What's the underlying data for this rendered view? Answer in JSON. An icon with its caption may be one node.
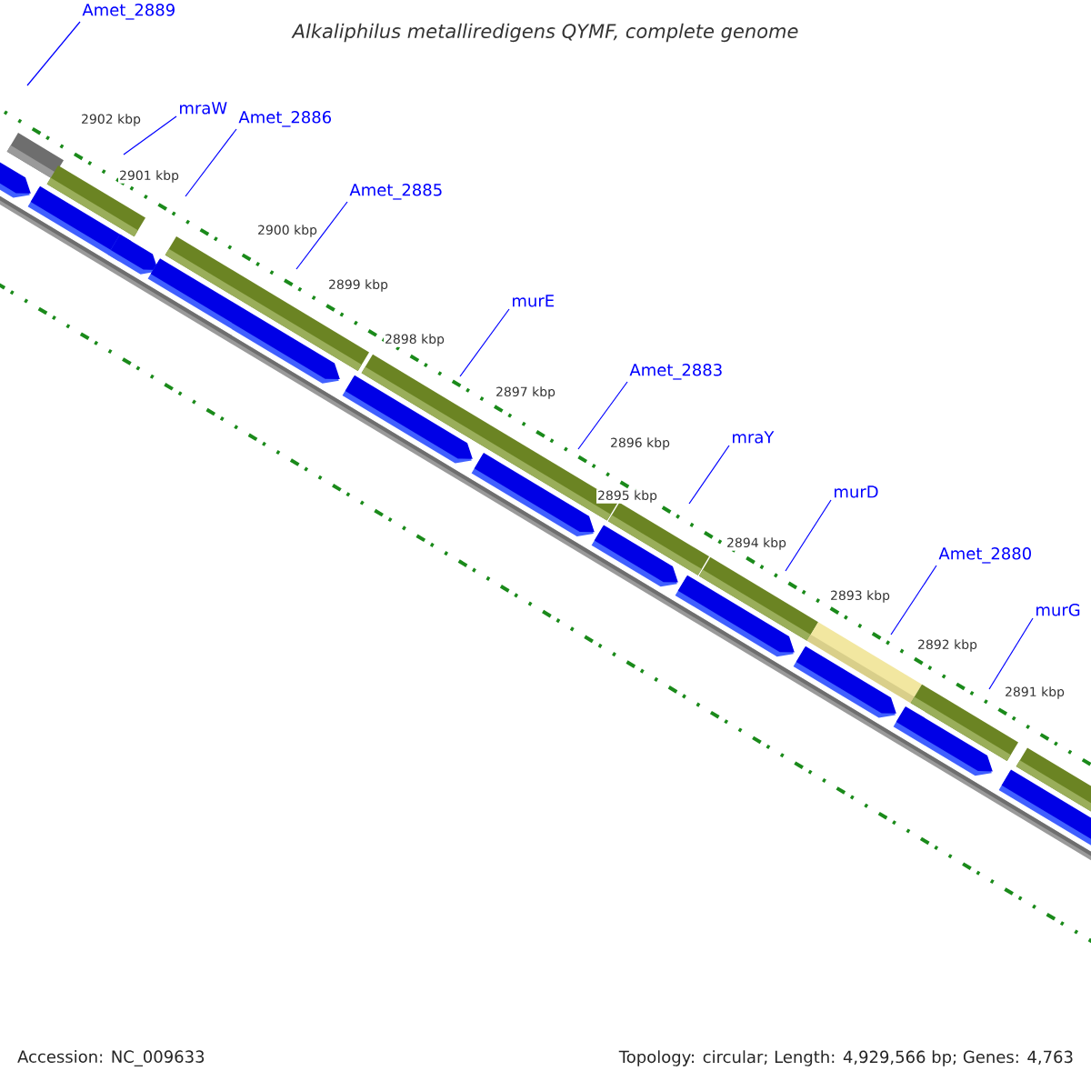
{
  "diagram": {
    "title": "Alkaliphilus metalliredigens QYMF, complete genome",
    "nodes": [
      {
        "text": [
          "Amet_2889"
        ]
      },
      {
        "text": [
          "mraW"
        ]
      },
      {
        "text": [
          "Amet_2886"
        ]
      },
      {
        "text": [
          "Amet_2885"
        ]
      },
      {
        "text": [
          "murE"
        ]
      },
      {
        "text": [
          "Amet_2883"
        ]
      },
      {
        "text": [
          "mraY"
        ]
      },
      {
        "text": [
          "murD"
        ]
      },
      {
        "text": [
          "Amet_2880"
        ]
      },
      {
        "text": [
          "murG"
        ]
      }
    ],
    "edges": [
      {
        "from": 0,
        "to": null,
        "arrow": "none"
      },
      {
        "from": 1,
        "to": null,
        "arrow": "none"
      },
      {
        "from": 2,
        "to": null,
        "arrow": "none"
      },
      {
        "from": 3,
        "to": null,
        "arrow": "none"
      },
      {
        "from": 4,
        "to": null,
        "arrow": "none"
      },
      {
        "from": 5,
        "to": null,
        "arrow": "none"
      },
      {
        "from": 6,
        "to": null,
        "arrow": "none"
      },
      {
        "from": 7,
        "to": null,
        "arrow": "none"
      },
      {
        "from": 8,
        "to": null,
        "arrow": "none"
      },
      {
        "from": 9,
        "to": null,
        "arrow": "none"
      }
    ],
    "labels": [
      "2902 kbp",
      "2901 kbp",
      "2900 kbp",
      "2899 kbp",
      "2898 kbp",
      "2897 kbp",
      "2896 kbp",
      "2895 kbp",
      "2894 kbp",
      "2893 kbp",
      "2892 kbp",
      "2891 kbp",
      "Accession: NC_009633",
      "Topology: circular; Length: 4,929,566 bp; Genes: 4,763"
    ]
  }
}
